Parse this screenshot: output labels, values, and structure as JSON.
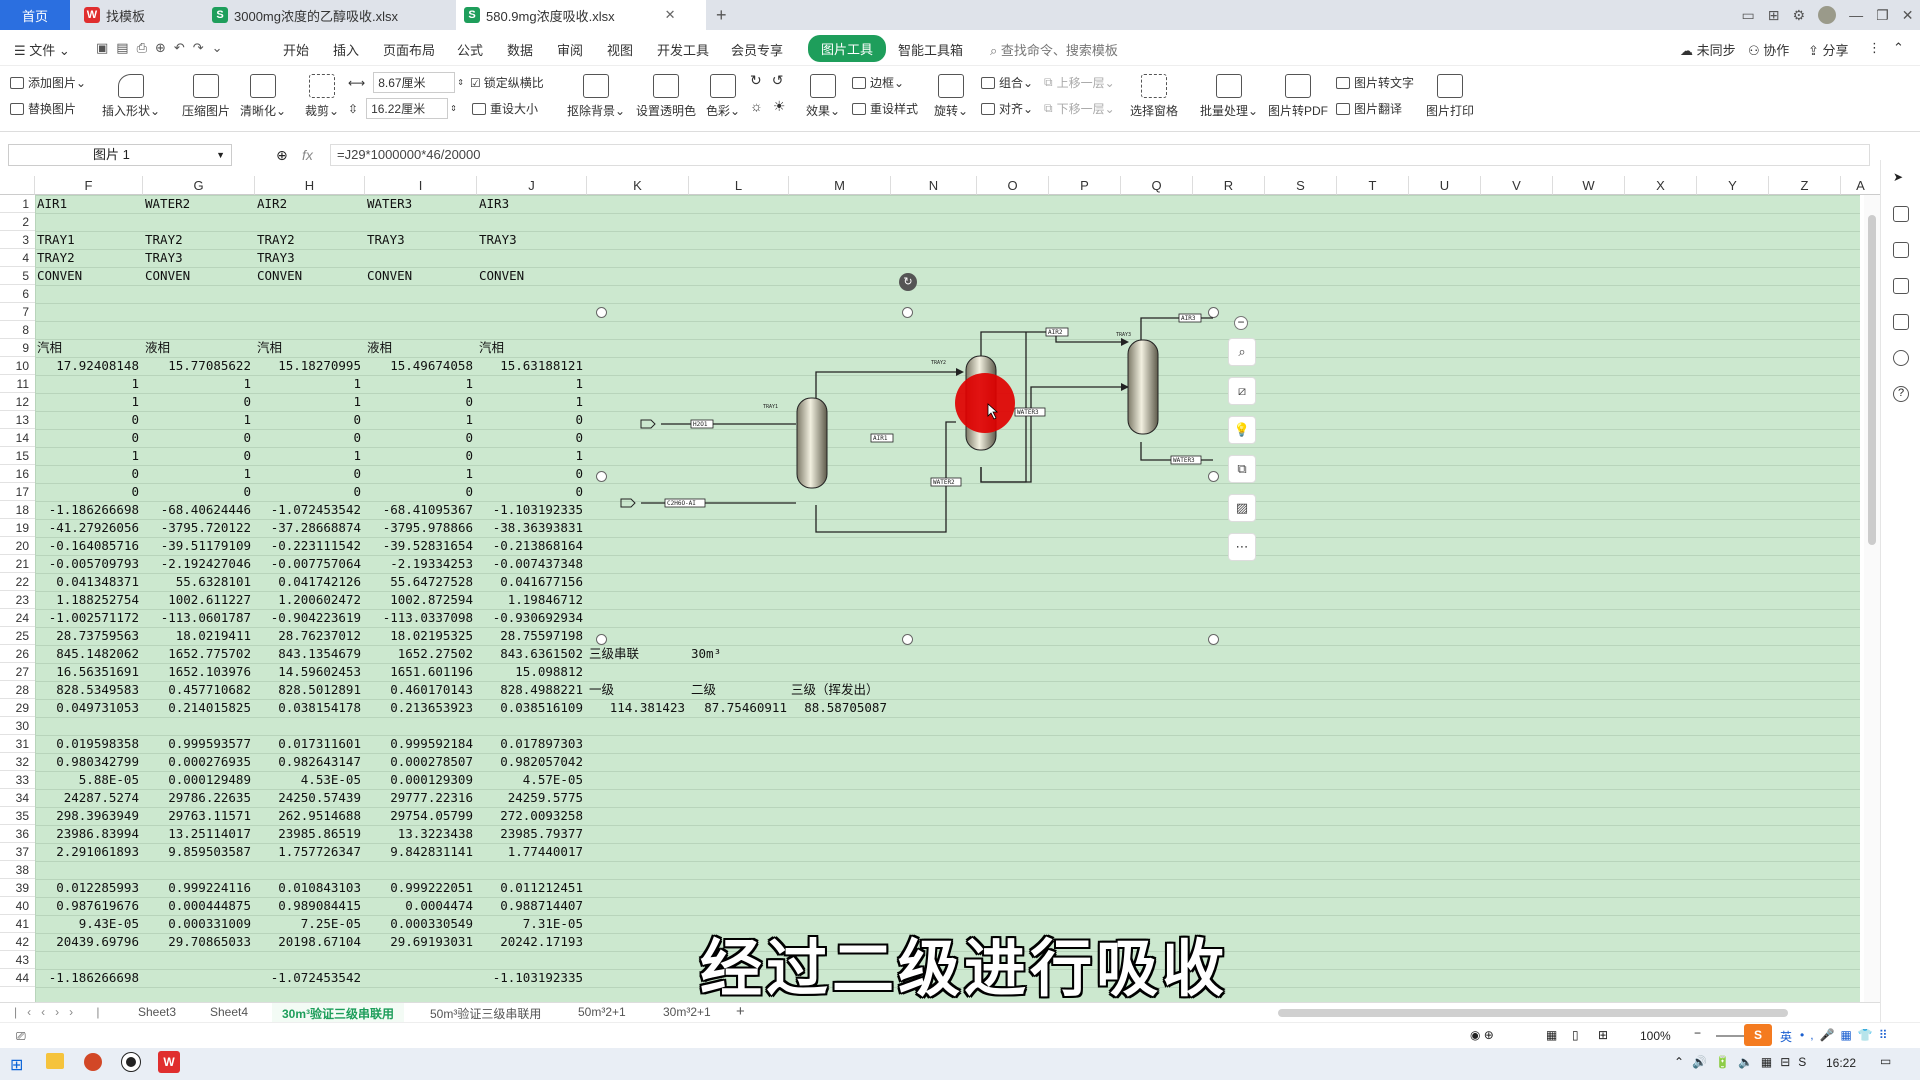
{
  "tabs": [
    {
      "label": "首页",
      "active": false
    },
    {
      "label": "找模板",
      "active": false
    },
    {
      "label": "3000mg浓度的乙醇吸收.xlsx",
      "active": false
    },
    {
      "label": "580.9mg浓度吸收.xlsx",
      "active": true
    }
  ],
  "menu": {
    "file": "文件",
    "items": [
      "开始",
      "插入",
      "页面布局",
      "公式",
      "数据",
      "审阅",
      "视图",
      "开发工具",
      "会员专享"
    ],
    "active": "图片工具",
    "smart": "智能工具箱",
    "search": "查找命令、搜索模板",
    "sync": "未同步",
    "collab": "协作",
    "share": "分享"
  },
  "ribbon": {
    "add_pic": "添加图片",
    "replace_pic": "替换图片",
    "insert_shape": "插入形状",
    "compress": "压缩图片",
    "clarify": "清晰化",
    "crop": "裁剪",
    "width": "8.67厘米",
    "height": "16.22厘米",
    "lock_ratio": "锁定纵横比",
    "reset_size": "重设大小",
    "remove_bg": "抠除背景",
    "set_transparent": "设置透明色",
    "color": "色彩",
    "effect": "效果",
    "border": "边框",
    "reset_style": "重设样式",
    "rotate": "旋转",
    "group": "组合",
    "align": "对齐",
    "bring_forward": "上移一层",
    "send_backward": "下移一层",
    "select_pane": "选择窗格",
    "batch": "批量处理",
    "to_pdf": "图片转PDF",
    "to_text": "图片转文字",
    "translate": "图片翻译",
    "print": "图片打印"
  },
  "formula_bar": {
    "name_box": "图片 1",
    "fx": "fx",
    "formula": "=J29*1000000*46/20000"
  },
  "columns": [
    "F",
    "G",
    "H",
    "I",
    "J",
    "K",
    "L",
    "M",
    "N",
    "O",
    "P",
    "Q",
    "R",
    "S",
    "T",
    "U",
    "V",
    "W",
    "X",
    "Y",
    "Z",
    "A"
  ],
  "rows": [
    "1",
    "2",
    "3",
    "4",
    "5",
    "6",
    "7",
    "8",
    "9",
    "10",
    "11",
    "12",
    "13",
    "14",
    "15",
    "16",
    "17",
    "18",
    "19",
    "20",
    "21",
    "22",
    "23",
    "24",
    "25",
    "26",
    "27",
    "28",
    "29",
    "30",
    "31",
    "32",
    "33",
    "34",
    "35",
    "36",
    "37",
    "38",
    "39",
    "40",
    "41",
    "42",
    "43",
    "44"
  ],
  "cells": {
    "r1": [
      "AIR1",
      "WATER2",
      "AIR2",
      "WATER3",
      "AIR3"
    ],
    "r3": [
      "TRAY1",
      "TRAY2",
      "TRAY2",
      "TRAY3",
      "TRAY3"
    ],
    "r4": [
      "TRAY2",
      "TRAY3",
      "TRAY3",
      "",
      ""
    ],
    "r5": [
      "CONVEN",
      "CONVEN",
      "CONVEN",
      "CONVEN",
      "CONVEN"
    ],
    "r9": [
      "汽相",
      "液相",
      "汽相",
      "液相",
      "汽相"
    ],
    "r10": [
      "17.92408148",
      "15.77085622",
      "15.18270995",
      "15.49674058",
      "15.63188121"
    ],
    "r11": [
      "1",
      "1",
      "1",
      "1",
      "1"
    ],
    "r12": [
      "1",
      "0",
      "1",
      "0",
      "1"
    ],
    "r13": [
      "0",
      "1",
      "0",
      "1",
      "0"
    ],
    "r14": [
      "0",
      "0",
      "0",
      "0",
      "0"
    ],
    "r15": [
      "1",
      "0",
      "1",
      "0",
      "1"
    ],
    "r16": [
      "0",
      "1",
      "0",
      "1",
      "0"
    ],
    "r17": [
      "0",
      "0",
      "0",
      "0",
      "0"
    ],
    "r18": [
      "-1.186266698",
      "-68.40624446",
      "-1.072453542",
      "-68.41095367",
      "-1.103192335"
    ],
    "r19": [
      "-41.27926056",
      "-3795.720122",
      "-37.28668874",
      "-3795.978866",
      "-38.36393831"
    ],
    "r20": [
      "-0.164085716",
      "-39.51179109",
      "-0.223111542",
      "-39.52831654",
      "-0.213868164"
    ],
    "r21": [
      "-0.005709793",
      "-2.192427046",
      "-0.007757064",
      "-2.19334253",
      "-0.007437348"
    ],
    "r22": [
      "0.041348371",
      "55.6328101",
      "0.041742126",
      "55.64727528",
      "0.041677156"
    ],
    "r23": [
      "1.188252754",
      "1002.611227",
      "1.200602472",
      "1002.872594",
      "1.19846712"
    ],
    "r24": [
      "-1.002571172",
      "-113.0601787",
      "-0.904223619",
      "-113.0337098",
      "-0.930692934"
    ],
    "r25": [
      "28.73759563",
      "18.0219411",
      "28.76237012",
      "18.02195325",
      "28.75597198"
    ],
    "r26": [
      "845.1482062",
      "1652.775702",
      "843.1354679",
      "1652.27502",
      "843.6361502"
    ],
    "r27": [
      "16.56351691",
      "1652.103976",
      "14.59602453",
      "1651.601196",
      "15.098812"
    ],
    "r28": [
      "828.5349583",
      "0.457710682",
      "828.5012891",
      "0.460170143",
      "828.4988221"
    ],
    "r29": [
      "0.049731053",
      "0.214015825",
      "0.038154178",
      "0.213653923",
      "0.038516109"
    ],
    "r31": [
      "0.019598358",
      "0.999593577",
      "0.017311601",
      "0.999592184",
      "0.017897303"
    ],
    "r32": [
      "0.980342799",
      "0.000276935",
      "0.982643147",
      "0.000278507",
      "0.982057042"
    ],
    "r33": [
      "5.88E-05",
      "0.000129489",
      "4.53E-05",
      "0.000129309",
      "4.57E-05"
    ],
    "r34": [
      "24287.5274",
      "29786.22635",
      "24250.57439",
      "29777.22316",
      "24259.5775"
    ],
    "r35": [
      "298.3963949",
      "29763.11571",
      "262.9514688",
      "29754.05799",
      "272.0093258"
    ],
    "r36": [
      "23986.83994",
      "13.25114017",
      "23985.86519",
      "13.3223438",
      "23985.79377"
    ],
    "r37": [
      "2.291061893",
      "9.859503587",
      "1.757726347",
      "9.842831141",
      "1.77440017"
    ],
    "r39": [
      "0.012285993",
      "0.999224116",
      "0.010843103",
      "0.999222051",
      "0.011212451"
    ],
    "r40": [
      "0.987619676",
      "0.000444875",
      "0.989084415",
      "0.0004474",
      "0.988714407"
    ],
    "r41": [
      "9.43E-05",
      "0.000331009",
      "7.25E-05",
      "0.000330549",
      "7.31E-05"
    ],
    "r42": [
      "20439.69796",
      "29.70865033",
      "20198.67104",
      "29.69193031",
      "20242.17193"
    ],
    "r44": [
      "-1.186266698",
      "",
      "-1.072453542",
      "",
      "-1.103192335"
    ],
    "k26": "三级串联",
    "l26": "30m³",
    "k28": "一级",
    "l28": "二级",
    "m28": "三级（挥发出）",
    "k29": "114.381423",
    "l29": "87.75460911",
    "m29": "88.58705087"
  },
  "diagram": {
    "streams": [
      "AIR3",
      "AIR2",
      "TRAY3",
      "TRAY2",
      "WATER3",
      "WATER2",
      "AIR1",
      "TRAY1",
      "H2O1",
      "C2H6O-AI",
      "WATER3"
    ]
  },
  "sheet_tabs": [
    {
      "label": "Sheet3",
      "active": false
    },
    {
      "label": "Sheet4",
      "active": false
    },
    {
      "label": "30m³验证三级串联用",
      "active": true
    },
    {
      "label": "50m³验证三级串联用",
      "active": false
    },
    {
      "label": "50m³2+1",
      "active": false
    },
    {
      "label": "30m³2+1",
      "active": false
    }
  ],
  "status": {
    "zoom": "100%",
    "ime": "英",
    "time": "16:22"
  },
  "subtitle": "经过二级进行吸收",
  "colors": {
    "cell_bg": "#cce8cf",
    "accent": "#1e9e5b",
    "cursor_red": "#e00000"
  }
}
